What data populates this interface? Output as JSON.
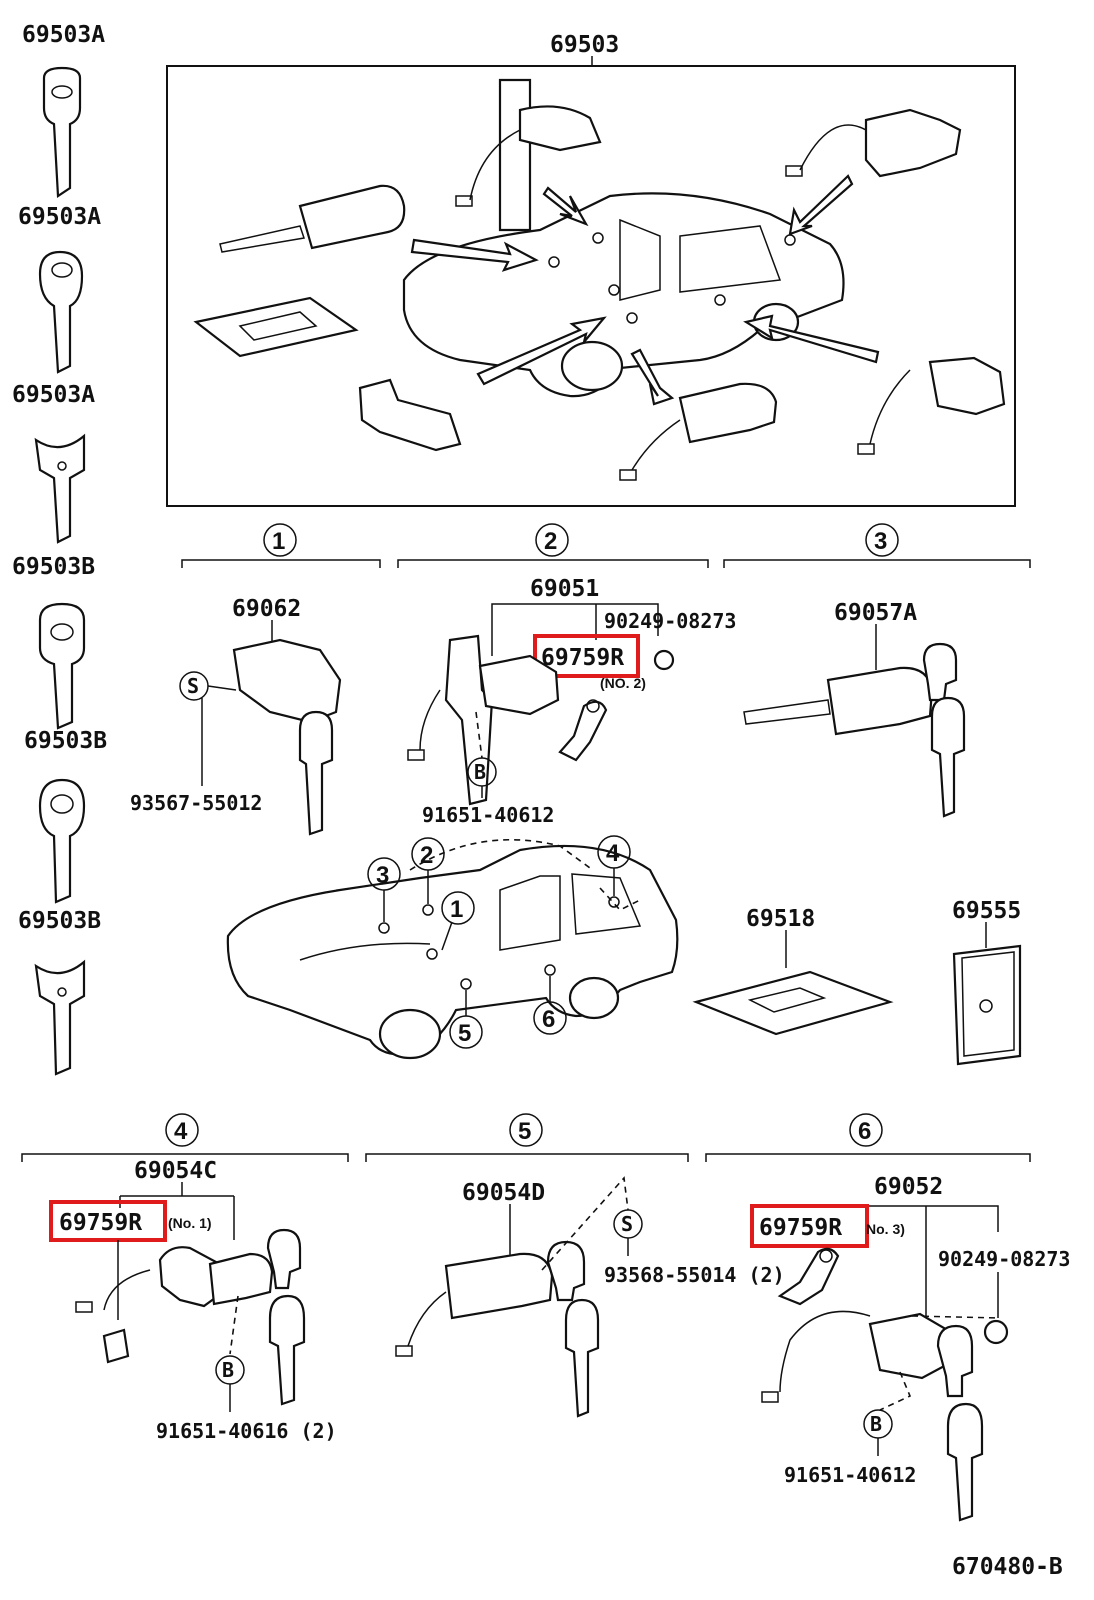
{
  "highlight_color": "#e01b1b",
  "keys_column": [
    {
      "label": "69503A"
    },
    {
      "label": "69503A"
    },
    {
      "label": "69503A"
    },
    {
      "label": "69503B"
    },
    {
      "label": "69503B"
    },
    {
      "label": "69503B"
    }
  ],
  "top_assembly": {
    "label": "69503"
  },
  "sections": {
    "s1": {
      "num": "1",
      "parts": {
        "main": "69062",
        "screw_callout": "S",
        "screw": "93567-55012"
      }
    },
    "s2": {
      "num": "2",
      "parts": {
        "main": "69051",
        "highlight": "69759R",
        "highlight_note": "(NO. 2)",
        "plug": "90249-08273",
        "bolt_callout": "B",
        "bolt": "91651-40612"
      }
    },
    "s3": {
      "num": "3",
      "parts": {
        "main": "69057A"
      }
    },
    "s4": {
      "num": "4",
      "parts": {
        "main": "69054C",
        "highlight": "69759R",
        "highlight_note": "(No. 1)",
        "bolt_callout": "B",
        "bolt": "91651-40616 (2)"
      }
    },
    "s5": {
      "num": "5",
      "parts": {
        "main": "69054D",
        "screw_callout": "S",
        "screw": "93568-55014 (2)"
      }
    },
    "s6": {
      "num": "6",
      "parts": {
        "main": "69052",
        "highlight": "69759R",
        "highlight_note": "No. 3)",
        "plug": "90249-08273",
        "bolt_callout": "B",
        "bolt": "91651-40612"
      }
    }
  },
  "car_callouts": [
    "1",
    "2",
    "3",
    "4",
    "5",
    "6"
  ],
  "misc": {
    "manual": "69518",
    "plate": "69555"
  },
  "diagram_code": "670480-B"
}
